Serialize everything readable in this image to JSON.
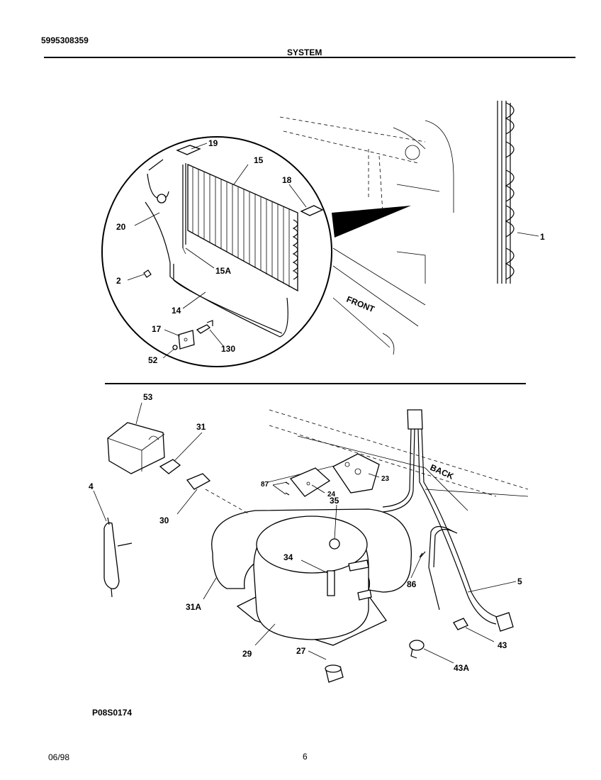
{
  "header": {
    "part_number": "5995308359",
    "section_title": "SYSTEM"
  },
  "diagram_code": "P08S0174",
  "footer": {
    "date": "06/98",
    "page_number": "6"
  },
  "upper_section": {
    "callouts": [
      "19",
      "15",
      "18",
      "20",
      "15A",
      "2",
      "14",
      "17",
      "130",
      "52",
      "1"
    ],
    "orientation_label": "FRONT"
  },
  "lower_section": {
    "callouts": [
      "53",
      "31",
      "4",
      "30",
      "87",
      "24",
      "23",
      "35",
      "34",
      "31A",
      "86",
      "5",
      "29",
      "27",
      "43",
      "43A"
    ],
    "orientation_label": "BACK"
  }
}
